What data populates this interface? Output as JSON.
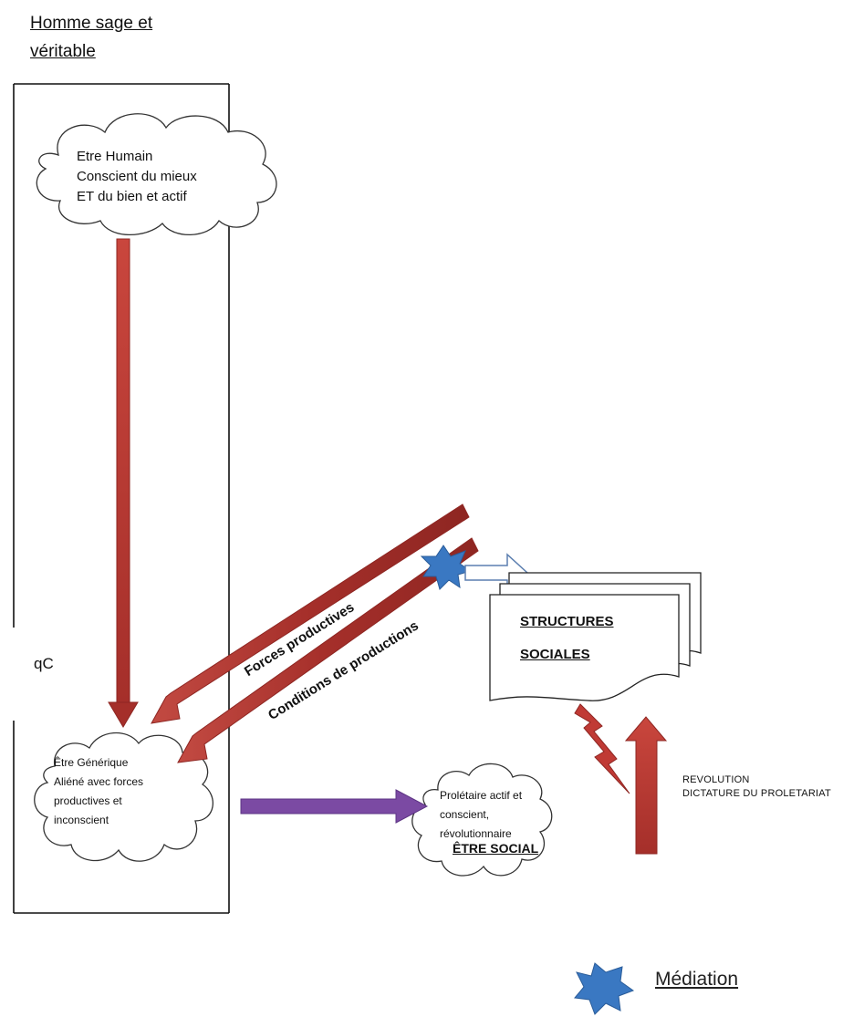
{
  "title": {
    "line1": "Homme sage et",
    "line2": "véritable"
  },
  "top_cloud": {
    "line1": "Etre Humain",
    "line2": "Conscient du mieux",
    "line3": "ET du bien et actif"
  },
  "left_label": "qC",
  "bottom_cloud": {
    "line1": "Être Générique",
    "line2": "Aliéné avec forces",
    "line3": "productives et",
    "line4": "inconscient"
  },
  "arrow_labels": {
    "forces": "Forces productives",
    "conditions": "Conditions  de productions"
  },
  "structures": {
    "line1": "STRUCTURES",
    "line2": "SOCIALES"
  },
  "proletaire_cloud": {
    "line1": "Prolétaire actif et",
    "line2": "conscient,",
    "line3": "révolutionnaire",
    "label": "ÊTRE SOCIAL"
  },
  "revolution": {
    "line1": "REVOLUTION",
    "line2": "DICTATURE DU PROLETARIAT"
  },
  "legend": {
    "label": "Médiation",
    "icon": "star-icon"
  },
  "colors": {
    "red_arrow": "#b23a33",
    "red_arrow_dark": "#8e2622",
    "purple_arrow": "#7b4aa3",
    "mediation_star": "#3a78c2",
    "outline_arrow": "#5c7fb0"
  }
}
